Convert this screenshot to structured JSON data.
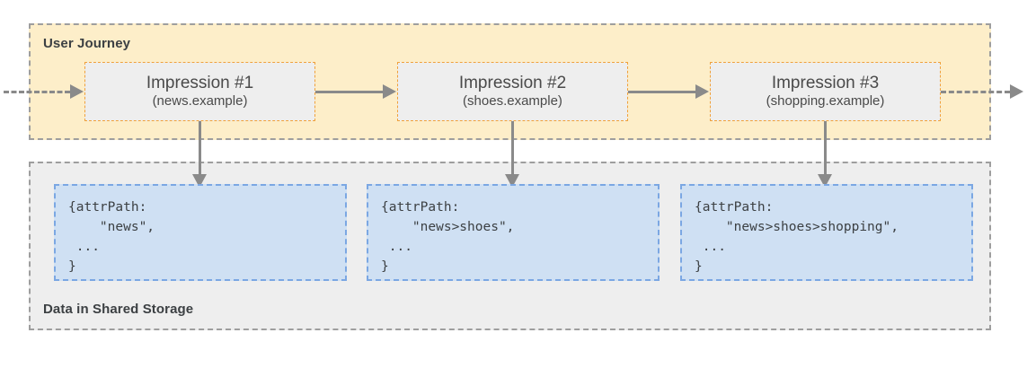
{
  "diagram": {
    "journey": {
      "title": "User Journey",
      "fill_color": "#fdeec9",
      "border_color": "#9e9e9e",
      "steps": [
        {
          "title": "Impression #1",
          "subtitle": "(news.example)"
        },
        {
          "title": "Impression #2",
          "subtitle": "(shoes.example)"
        },
        {
          "title": "Impression #3",
          "subtitle": "(shopping.example)"
        }
      ]
    },
    "storage": {
      "title": "Data in Shared Storage",
      "fill_color": "#eeeeee",
      "border_color": "#9e9e9e",
      "box_fill_color": "#cfe0f3",
      "box_border_color": "#7ba7e3",
      "records": [
        {
          "code": "{attrPath:\n    \"news\",\n ...\n}"
        },
        {
          "code": "{attrPath:\n    \"news>shoes\",\n ...\n}"
        },
        {
          "code": "{attrPath:\n    \"news>shoes>shopping\",\n ...\n}"
        }
      ]
    },
    "connectors": {
      "color": "#8a8a8a",
      "entry_label": "",
      "exit_label": ""
    },
    "step_border_color": "#f0a13a",
    "step_fill_color": "#eeeeee"
  }
}
